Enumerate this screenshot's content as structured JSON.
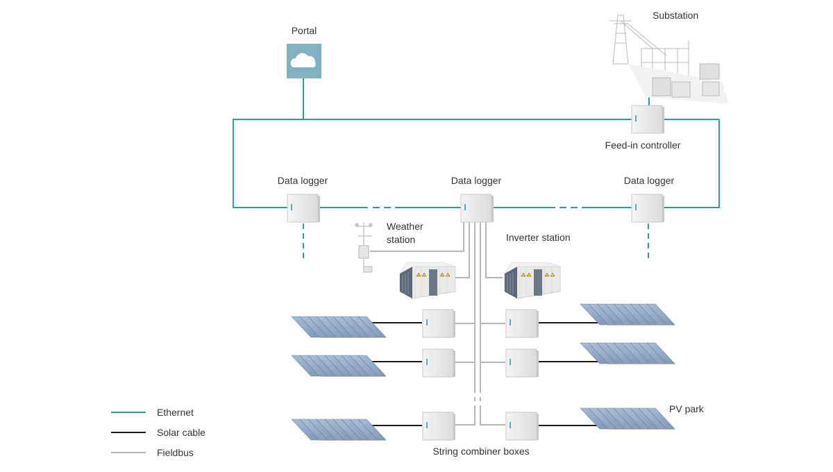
{
  "labels": {
    "portal": "Portal",
    "substation": "Substation",
    "feed_in_controller": "Feed-in controller",
    "data_logger_left": "Data logger",
    "data_logger_center": "Data logger",
    "data_logger_right": "Data logger",
    "weather_station": "Weather\nstation",
    "inverter_station": "Inverter station",
    "pv_park": "PV park",
    "string_combiner_boxes": "String combiner boxes"
  },
  "legend": [
    {
      "label": "Ethernet",
      "color": "#2a9d96"
    },
    {
      "label": "Solar cable",
      "color": "#1a1a1a"
    },
    {
      "label": "Fieldbus",
      "color": "#b5b5b5"
    }
  ],
  "icons": {
    "portal": "cloud-icon",
    "substation": "substation-icon",
    "cabinet": "cabinet-icon",
    "weather": "weather-station-icon",
    "inverter": "inverter-station-icon",
    "pv": "solar-panel-array-icon"
  },
  "colors": {
    "ethernet": "#2a9d96",
    "solar_cable": "#1a1a1a",
    "fieldbus": "#b5b5b5",
    "portal_box": "#7fb3c4"
  }
}
